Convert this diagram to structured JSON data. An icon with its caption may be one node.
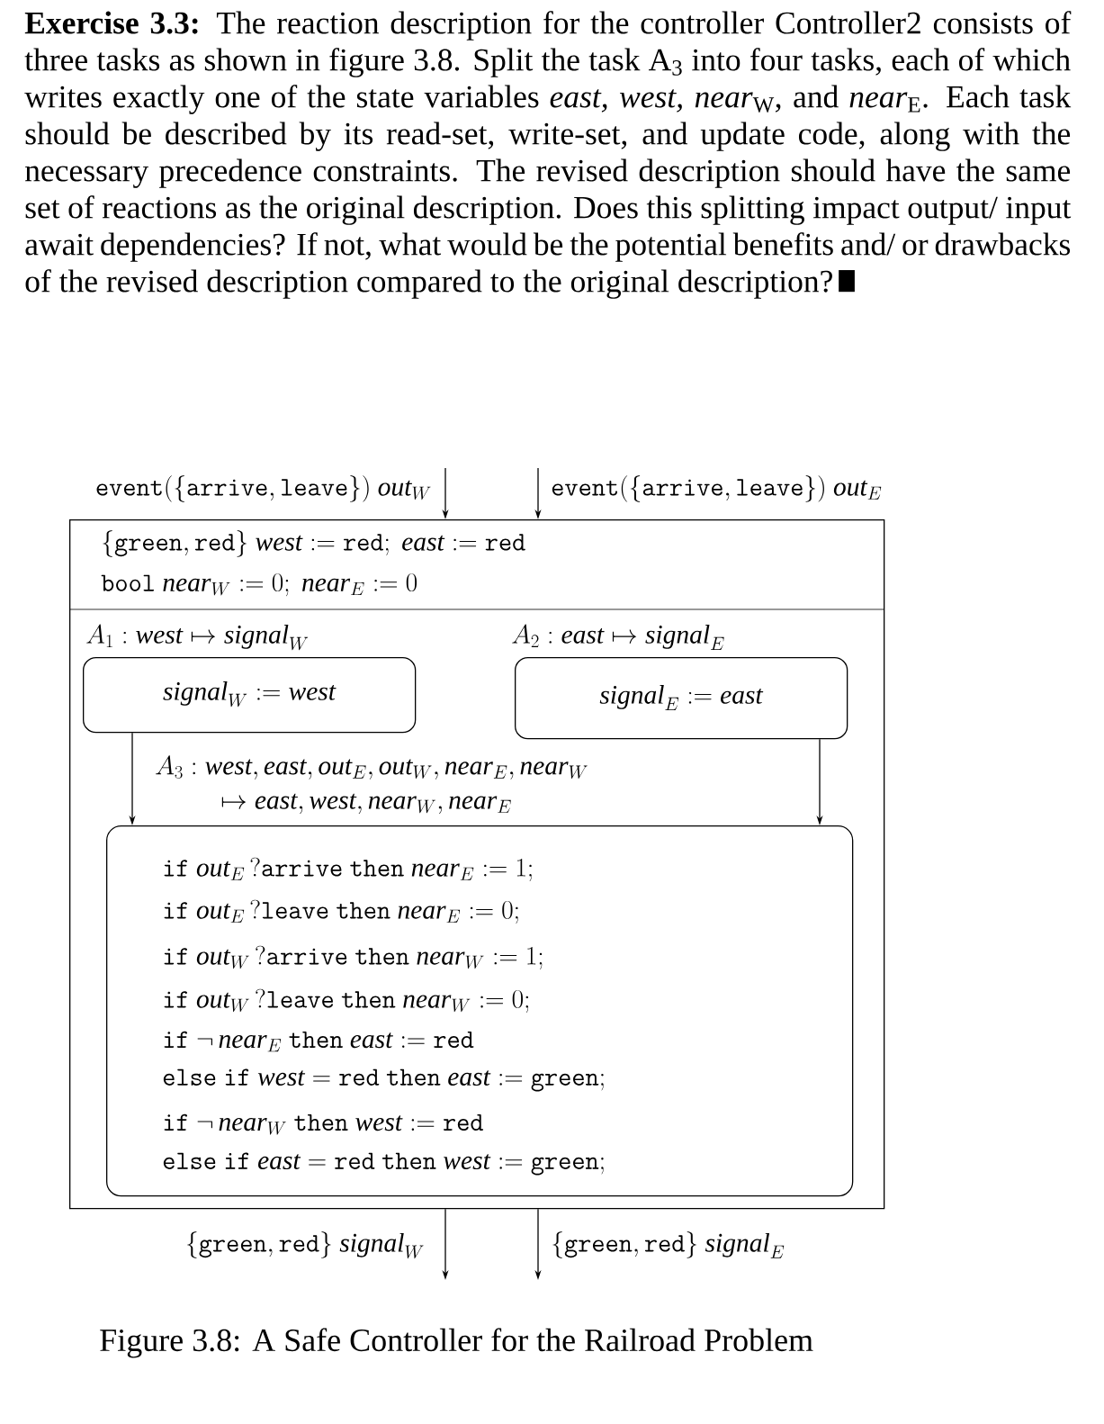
{
  "diagram": {
    "caption": "Figure 3.8: A Safe Controller for the Railroad Problem",
    "labels": [
      "**Exercise 3.3:** The reaction description for the controller Controller2 consists of three tasks as shown in figure 3.8. Split the task A$_{3}$ into four tasks, each of which writes exactly one of the state variables *east, west, near*$_{W}$, and *near*$_{E}$. Each task should be described by its read-set, write-set, and update code, along with the necessary precedence constraints. The revised description should have the same set of reactions as the original description. Does this splitting impact output/ input await dependencies? If not, what would be the potential benefits and/ or drawbacks of the revised description compared to the original description?"
    ],
    "nodes": [
      {
        "text": [
          "\\{\\mathtt{green},\\mathtt{red}\\}\\ \\mathit{west} := \\mathtt{red};\\ \\mathit{east} := \\mathtt{red}",
          "\\mathtt{bool}\\ \\mathit{near}_W := 0;\\ \\mathit{near}_E := 0"
        ]
      },
      {
        "text": [
          "A_1 : \\mathit{west} \\mapsto \\mathit{signal}_W",
          "\\mathit{signal}_W := \\mathit{west}"
        ],
        "in": 0
      },
      {
        "text": [
          "A_2 : \\mathit{east} \\mapsto \\mathit{signal}_E",
          "\\mathit{signal}_E := \\mathit{east}"
        ],
        "in": 0
      },
      {
        "text": [
          "A_3 : \\mathit{west}, \\mathit{east}, \\mathit{out}_E, \\mathit{out}_W, \\mathit{near}_E, \\mathit{near}_W",
          "\\mapsto \\mathit{east}, \\mathit{west}, \\mathit{near}_W, \\mathit{near}_E",
          "\\mathtt{if}\\ \\mathit{out}_E\\,?\\mathtt{arrive}\\ \\mathtt{then}\\ \\mathit{near}_E := 1;",
          "\\mathtt{if}\\ \\mathit{out}_E\\,?\\mathtt{leave}\\ \\mathtt{then}\\ \\mathit{near}_E := 0;",
          "\\mathtt{if}\\ \\mathit{out}_W\\,?\\mathtt{arrive}\\ \\mathtt{then}\\ \\mathit{near}_W := 1;",
          "\\mathtt{if}\\ \\mathit{out}_W\\,?\\mathtt{leave}\\ \\mathtt{then}\\ \\mathit{near}_W := 0;",
          "\\mathtt{if}\\ \\neg\\,\\mathit{near}_E\\ \\mathtt{then}\\ \\mathit{east} := \\mathtt{red}",
          "\\mathtt{else}\\ \\mathtt{if}\\ \\mathit{west} = \\mathtt{red}\\ \\mathtt{then}\\ \\mathit{east} := \\mathtt{green};",
          "\\mathtt{if}\\ \\neg\\,\\mathit{near}_W\\ \\mathtt{then}\\ \\mathit{west} := \\mathtt{red}",
          "\\mathtt{else}\\ \\mathtt{if}\\ \\mathit{east} = \\mathtt{red}\\ \\mathtt{then}\\ \\mathit{west} := \\mathtt{green};"
        ],
        "in": 0
      }
    ],
    "edges": [
      {
        "from": null,
        "to": 0,
        "arrow": "to",
        "label": "\\mathtt{event}(\\{\\mathtt{arrive},\\mathtt{leave}\\})\\ \\mathit{out}_W"
      },
      {
        "from": null,
        "to": 0,
        "arrow": "to",
        "label": "\\mathtt{event}(\\{\\mathtt{arrive},\\mathtt{leave}\\})\\ \\mathit{out}_E"
      },
      {
        "from": 1,
        "to": 3,
        "arrow": "to"
      },
      {
        "from": 2,
        "to": 3,
        "arrow": "to"
      },
      {
        "from": 0,
        "to": null,
        "arrow": "to",
        "label": "\\{\\mathtt{green},\\mathtt{red}\\}\\ \\mathit{signal}_W"
      },
      {
        "from": 0,
        "to": null,
        "arrow": "to",
        "label": "\\{\\mathtt{green},\\mathtt{red}\\}\\ \\mathit{signal}_E"
      }
    ]
  }
}
